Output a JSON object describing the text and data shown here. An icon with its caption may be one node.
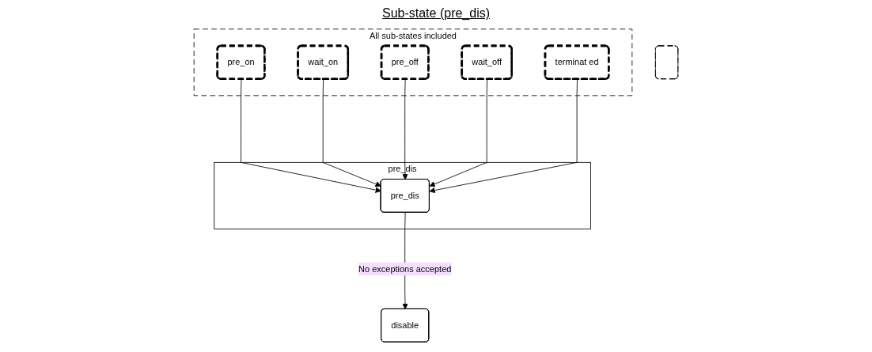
{
  "diagram": {
    "title": "Sub-state (pre_dis)",
    "nodes": [
      {
        "text": [
          "All sub-states included"
        ]
      },
      {
        "text": [
          "pre_on"
        ],
        "in": 0
      },
      {
        "text": [
          "wait_on"
        ],
        "in": 0
      },
      {
        "text": [
          "pre_off"
        ],
        "in": 0
      },
      {
        "text": [
          "wait_off"
        ],
        "in": 0
      },
      {
        "text": [
          "terminat ed"
        ],
        "in": 0
      },
      {
        "text": [],
        "shape": "box"
      },
      {
        "text": [
          "pre_dis"
        ]
      },
      {
        "text": [
          "pre_dis"
        ],
        "in": 7
      },
      {
        "text": [
          "disable"
        ]
      }
    ],
    "edges": [
      {
        "from": 1,
        "to": 8,
        "arrow": "to"
      },
      {
        "from": 2,
        "to": 8,
        "arrow": "to"
      },
      {
        "from": 3,
        "to": 8,
        "arrow": "to"
      },
      {
        "from": 4,
        "to": 8,
        "arrow": "to"
      },
      {
        "from": 5,
        "to": 8,
        "arrow": "to"
      },
      {
        "from": 8,
        "to": 9,
        "label": "No exceptions accepted",
        "arrow": "to"
      }
    ]
  }
}
